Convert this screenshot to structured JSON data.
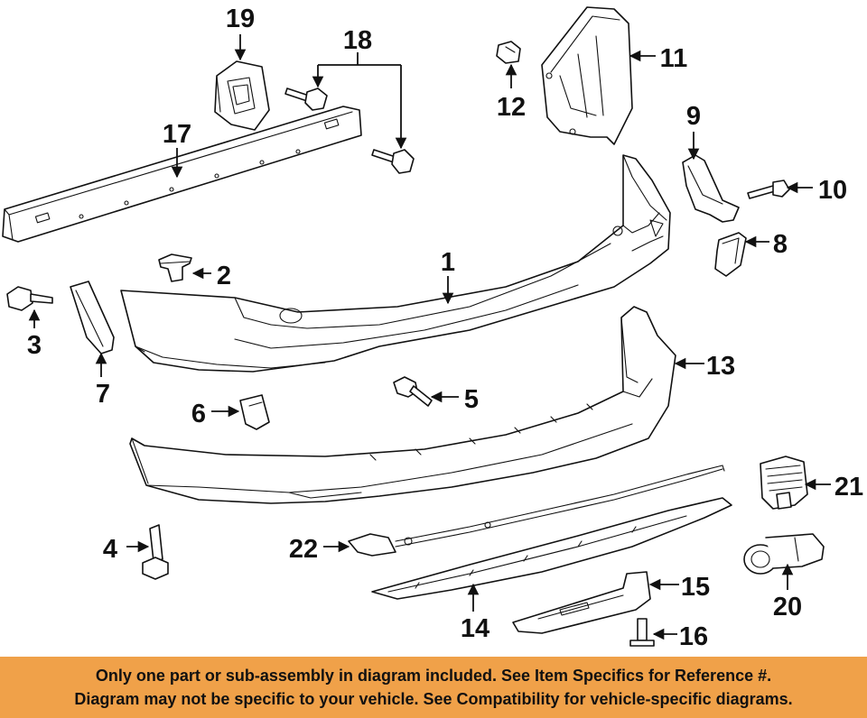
{
  "callouts": {
    "c1": "1",
    "c2": "2",
    "c3": "3",
    "c4": "4",
    "c5": "5",
    "c6": "6",
    "c7": "7",
    "c8": "8",
    "c9": "9",
    "c10": "10",
    "c11": "11",
    "c12": "12",
    "c13": "13",
    "c14": "14",
    "c15": "15",
    "c16": "16",
    "c17": "17",
    "c18": "18",
    "c19": "19",
    "c20": "20",
    "c21": "21",
    "c22": "22"
  },
  "footer": {
    "line1": "Only one part or sub-assembly in diagram included. See Item Specifics for Reference #.",
    "line2": "Diagram may not be specific to your vehicle. See Compatibility for vehicle-specific diagrams.",
    "background_color": "#f0a149"
  }
}
